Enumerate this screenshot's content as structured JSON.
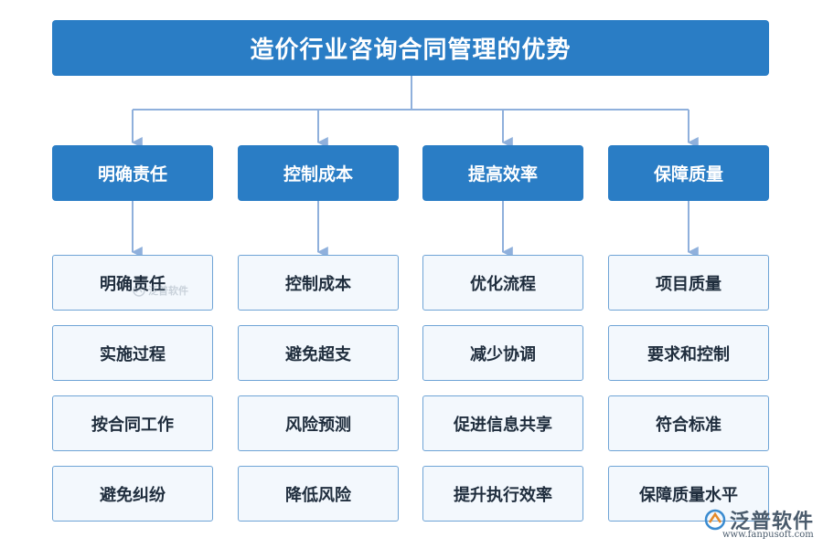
{
  "title": "造价行业咨询合同管理的优势",
  "columns": [
    {
      "head": "明确责任",
      "items": [
        "明确责任",
        "实施过程",
        "按合同工作",
        "避免纠纷"
      ]
    },
    {
      "head": "控制成本",
      "items": [
        "控制成本",
        "避免超支",
        "风险预测",
        "降低风险"
      ]
    },
    {
      "head": "提高效率",
      "items": [
        "优化流程",
        "减少协调",
        "促进信息共享",
        "提升执行效率"
      ]
    },
    {
      "head": "保障质量",
      "items": [
        "项目质量",
        "要求和控制",
        "符合标准",
        "保障质量水平"
      ]
    }
  ],
  "watermark": {
    "text": "泛普软件",
    "url": "www.fanpusoft.com"
  },
  "colors": {
    "primary": "#2a7dc5",
    "item_bg": "#f3f8fd",
    "item_border": "#6fa4d6",
    "connector": "#8fb0dc"
  }
}
